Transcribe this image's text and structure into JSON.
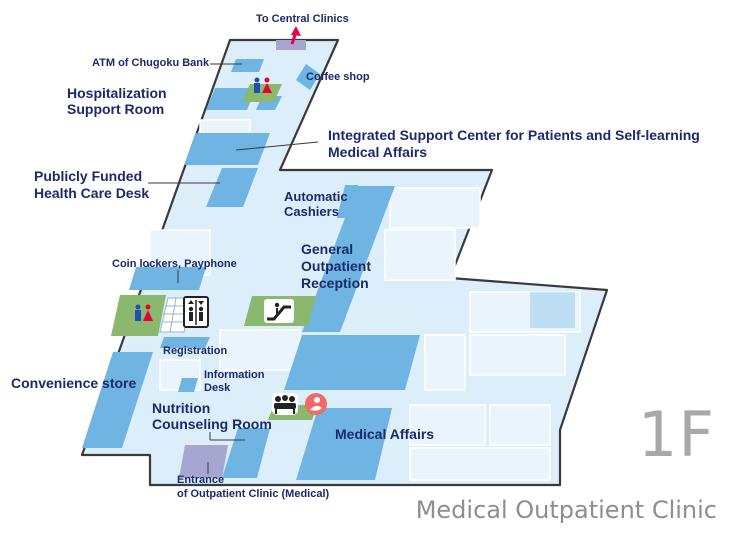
{
  "labels": {
    "to_central": "To Central Clinics",
    "atm": "ATM of Chugoku Bank",
    "coffee": "Coffee shop",
    "hospitalization_1": "Hospitalization",
    "hospitalization_2": "Support Room",
    "integrated_1": "Integrated Support Center for Patients and Self-learning",
    "integrated_2": "Medical Affairs",
    "public_1": "Publicly Funded",
    "public_2": "Health Care Desk",
    "cashiers_1": "Automatic",
    "cashiers_2": "Cashiers",
    "reception_1": "General",
    "reception_2": "Outpatient",
    "reception_3": "Reception",
    "coin": "Coin lockers, Payphone",
    "registration": "Registration",
    "info_1": "Information",
    "info_2": "Desk",
    "convenience": "Convenience store",
    "nutrition_1": "Nutrition",
    "nutrition_2": "Counseling Room",
    "medical_affairs": "Medical Affairs",
    "entrance_1": "Entrance",
    "entrance_2": "of Outpatient Clinic (Medical)"
  },
  "floor": {
    "number": "1F",
    "name": "Medical Outpatient Clinic"
  },
  "colors": {
    "room_blue": "#6fb4e3",
    "room_light": "#dbeefa",
    "outline": "#3a3a3a",
    "facility_green": "#8ab86e",
    "entrance_purple": "#a7a6d1",
    "arrow_red": "#e6004e",
    "text_navy": "#1b2a6b",
    "nursing_pink": "#f06a6a"
  },
  "icons": [
    "restroom-icon",
    "elevator-icon",
    "escalator-icon",
    "waiting-area-icon",
    "nursing-room-icon",
    "up-arrow-icon"
  ]
}
